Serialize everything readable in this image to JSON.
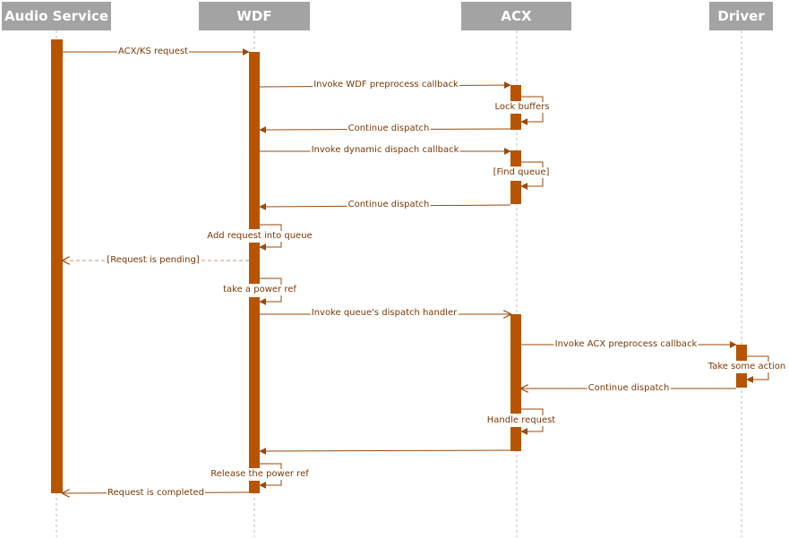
{
  "participants": {
    "audio_service": "Audio Service",
    "wdf": "WDF",
    "acx": "ACX",
    "driver": "Driver"
  },
  "messages": {
    "m1": "ACX/KS request",
    "m2": "Invoke WDF preprocess callback",
    "m3": "Lock buffers",
    "m4": "Continue dispatch",
    "m5": "Invoke dynamic dispach callback",
    "m6": "[Find queue]",
    "m7": "Continue dispatch",
    "m8": "Add request into queue",
    "m9": "[Request is pending]",
    "m10": "take a power ref",
    "m11": "Invoke queue's dispatch handler",
    "m12": "Invoke ACX preprocess callback",
    "m13": "Take some action",
    "m14": "Continue dispatch",
    "m15": "Handle request",
    "m16": "Release the power ref",
    "m17": "Request is completed"
  },
  "colors": {
    "activation": "#b85400",
    "arrow": "#9a4a0b",
    "header": "#a3a3a3",
    "lifeline": "#bdbdbd"
  }
}
